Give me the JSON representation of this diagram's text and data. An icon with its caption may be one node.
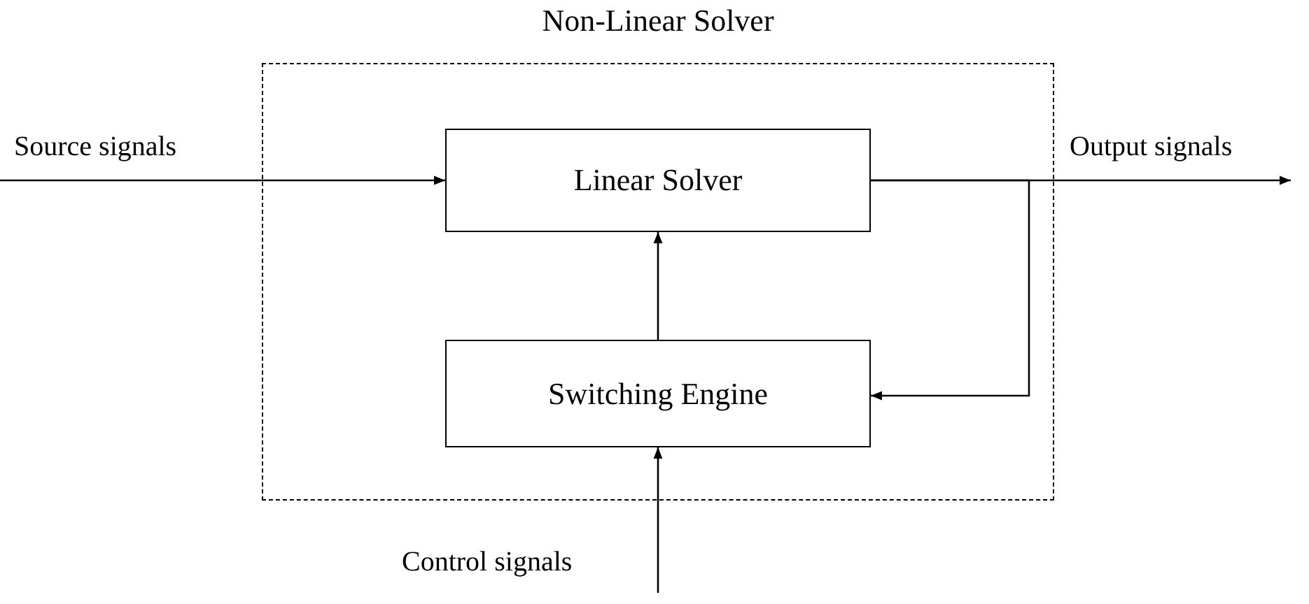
{
  "diagram": {
    "nodes": [
      {
        "text": [
          "Non-Linear Solver"
        ]
      },
      {
        "text": [
          "Linear Solver"
        ],
        "in": 0
      },
      {
        "text": [
          "Switching Engine"
        ],
        "in": 0
      }
    ],
    "edges": [
      {
        "from": null,
        "to": 1,
        "arrow": "to",
        "label": "Source signals"
      },
      {
        "from": 1,
        "to": null,
        "arrow": "to",
        "label": "Output signals"
      },
      {
        "from": 1,
        "to": 2,
        "arrow": "to"
      },
      {
        "from": 2,
        "to": 1,
        "arrow": "to"
      },
      {
        "from": null,
        "to": 2,
        "arrow": "to",
        "label": "Control signals"
      }
    ]
  }
}
